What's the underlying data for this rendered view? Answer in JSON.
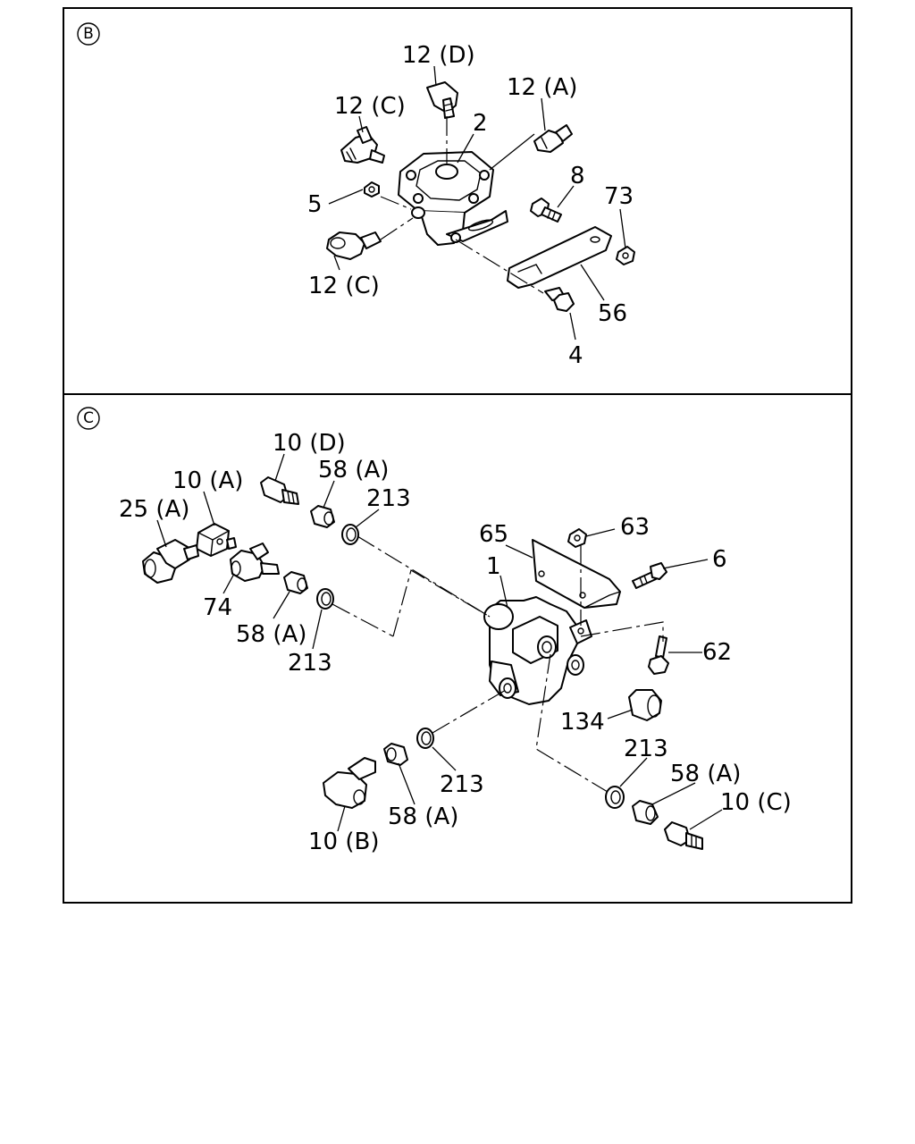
{
  "sections": {
    "B": {
      "marker": "B",
      "labels": {
        "l12d": "12 (D)",
        "l12a": "12 (A)",
        "l12c_top": "12 (C)",
        "l2": "2",
        "l8": "8",
        "l73": "73",
        "l5": "5",
        "l12c_bottom": "12 (C)",
        "l56": "56",
        "l4": "4"
      }
    },
    "C": {
      "marker": "C",
      "labels": {
        "l10d": "10 (D)",
        "l58a_1": "58 (A)",
        "l213_1": "213",
        "l10a": "10 (A)",
        "l25a": "25 (A)",
        "l65": "65",
        "l63": "63",
        "l6": "6",
        "l1": "1",
        "l74": "74",
        "l58a_2": "58 (A)",
        "l213_2": "213",
        "l62": "62",
        "l134": "134",
        "l213_3": "213",
        "l213_4": "213",
        "l58a_3": "58 (A)",
        "l10c": "10 (C)",
        "l58a_4": "58 (A)",
        "l10b": "10 (B)"
      }
    }
  }
}
